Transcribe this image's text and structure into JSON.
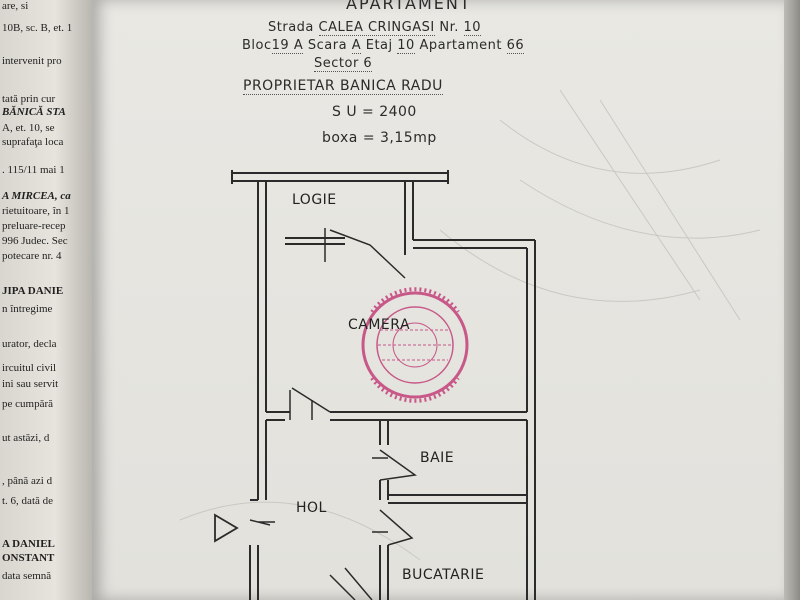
{
  "left_page": {
    "lines": [
      "are, si",
      "10B, sc. B, et. 1",
      "intervenit pro",
      "tată prin cur",
      "BĂNICĂ STA",
      "A, et. 10, se",
      "suprafaţa loca",
      ". 115/11 mai 1",
      "A MIRCEA, ca",
      "rietuitoare, în 1",
      "preluare-recep",
      "996 Judec. Sec",
      "potecare nr. 4",
      "JIPA DANIE",
      "n întregime",
      "urator, decla",
      "ircuitul civil",
      "ini sau servit",
      "pe cumpără",
      "ut astăzi, d",
      ", până azi d",
      "t. 6, dată de",
      "A DANIEL",
      "ONSTANT",
      "data semnă"
    ]
  },
  "header": {
    "title": "APARTAMENT",
    "street_label": "Strada",
    "street": "CALEA   CRINGASI",
    "number_label": "Nr.",
    "number": "10",
    "bloc_label": "Bloc",
    "bloc": "19 A",
    "scara_label": "Scara",
    "scara": "A",
    "etaj_label": "Etaj",
    "etaj": "10",
    "apartament_label": "Apartament",
    "apartament": "66",
    "sector": "Sector  6",
    "owner": "PROPRIETAR  BANICA  RADU",
    "su": "S U  = 2400",
    "boxa": "boxa  =  3,15mp"
  },
  "rooms": {
    "logie": "LOGIE",
    "camera": "CAMERA",
    "baie": "BAIE",
    "hol": "HOL",
    "bucatarie": "BUCATARIE"
  },
  "colors": {
    "paper": "#e6e5e0",
    "ink": "#2b2b2b",
    "stamp": "#c2407a"
  }
}
